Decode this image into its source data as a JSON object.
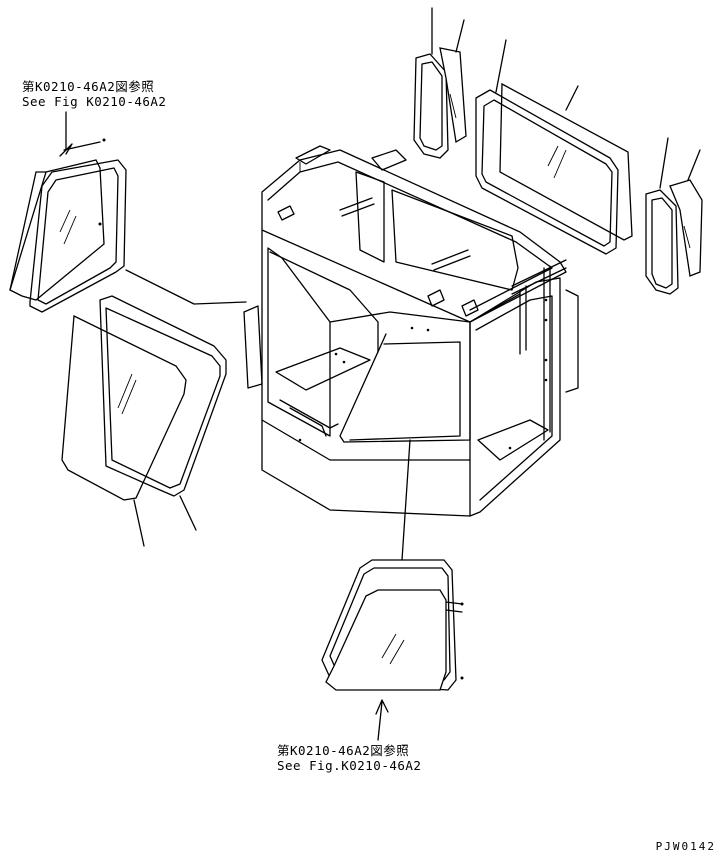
{
  "notes": {
    "top_jp": "第K0210-46A2図参照",
    "top_en": "See Fig K0210-46A2",
    "bottom_jp": "第K0210-46A2図参照",
    "bottom_en": "See Fig.K0210-46A2"
  },
  "drawing_code": "PJW0142"
}
